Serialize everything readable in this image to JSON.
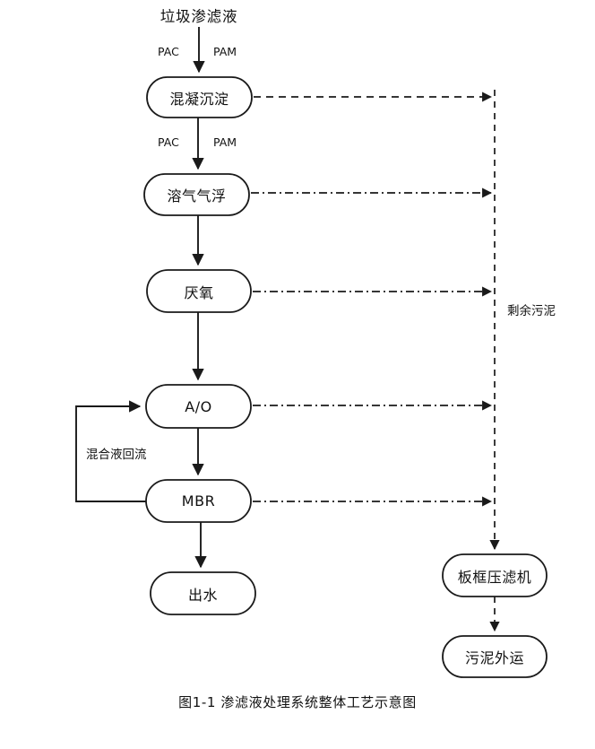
{
  "figure": {
    "caption": "图1-1 渗滤液处理系统整体工艺示意图",
    "inlet_label": "垃圾渗滤液"
  },
  "nodes": {
    "coagulation": "混凝沉淀",
    "daf": "溶气气浮",
    "anaerobic": "厌氧",
    "ao": "A/O",
    "mbr": "MBR",
    "effluent": "出水",
    "filter_press": "板框压滤机",
    "sludge_transport": "污泥外运"
  },
  "edge_labels": {
    "pac_1": "PAC",
    "pam_1": "PAM",
    "pac_2": "PAC",
    "pam_2": "PAM",
    "recirculation": "混合液回流",
    "excess_sludge": "剩余污泥"
  },
  "colors": {
    "stroke": "#1a1a1a",
    "text": "#111111",
    "background": "#ffffff"
  },
  "chart_data": {
    "type": "diagram",
    "title": "图1-1 渗滤液处理系统整体工艺示意图",
    "flow_main": [
      "垃圾渗滤液",
      "混凝沉淀",
      "溶气气浮",
      "厌氧",
      "A/O",
      "MBR",
      "出水"
    ],
    "flow_sludge": [
      "剩余污泥",
      "板框压滤机",
      "污泥外运"
    ],
    "dosing": [
      {
        "stage": "混凝沉淀",
        "chemicals": [
          "PAC",
          "PAM"
        ]
      },
      {
        "stage": "溶气气浮",
        "chemicals": [
          "PAC",
          "PAM"
        ]
      }
    ],
    "recycle": {
      "from": "MBR",
      "to": "A/O",
      "label": "混合液回流"
    },
    "sludge_sources": [
      "混凝沉淀",
      "溶气气浮",
      "厌氧",
      "A/O",
      "MBR"
    ]
  }
}
